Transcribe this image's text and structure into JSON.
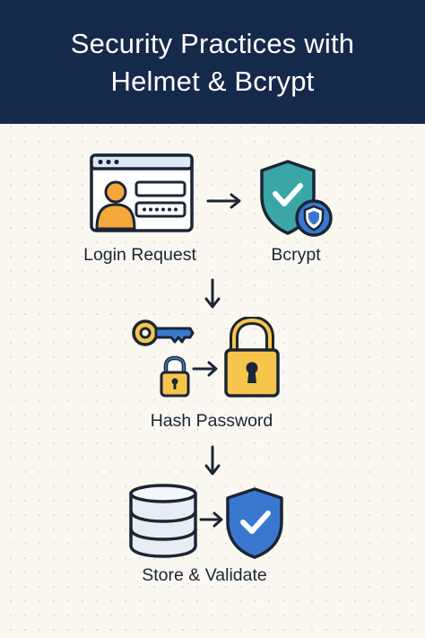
{
  "title": "Security Practices with Helmet & Bcrypt",
  "steps": {
    "login": {
      "label": "Login Request",
      "icon": "login-window-icon"
    },
    "bcrypt": {
      "label": "Bcrypt",
      "icon": "shield-check-icon"
    },
    "hash": {
      "label": "Hash Password",
      "icon": "padlock-icon"
    },
    "store": {
      "label": "Store & Validate",
      "icon": "database-icon"
    }
  },
  "colors": {
    "header": "#15294a",
    "background": "#fbf8f1",
    "teal": "#3aa6a5",
    "blue": "#3a78d0",
    "yellow": "#f6c64c",
    "orange": "#f4a73a",
    "outline": "#1b2535",
    "database": "#e8edf4"
  }
}
